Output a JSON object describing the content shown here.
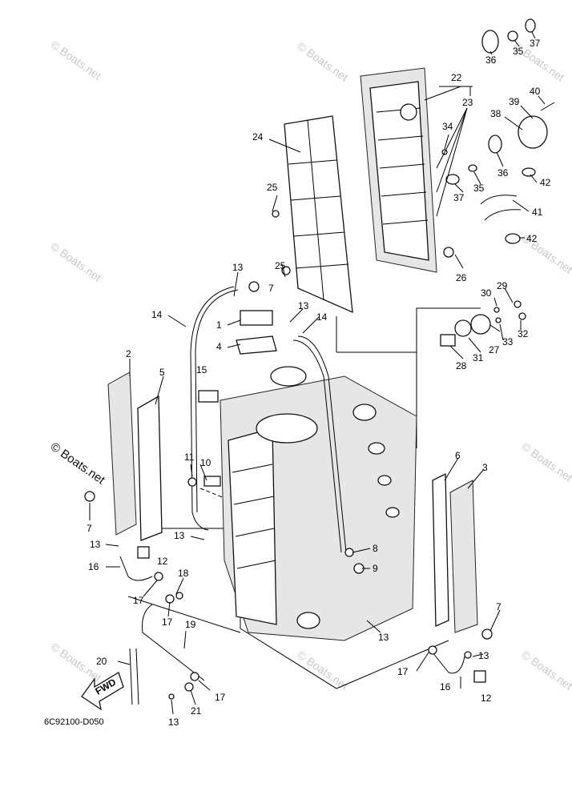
{
  "diagram_code": "6C92100-D050",
  "fwd_label": "FWD",
  "watermark": "© Boats.net",
  "callouts": [
    {
      "id": "c1",
      "text": "1"
    },
    {
      "id": "c2",
      "text": "2"
    },
    {
      "id": "c3",
      "text": "3"
    },
    {
      "id": "c4",
      "text": "4"
    },
    {
      "id": "c5",
      "text": "5"
    },
    {
      "id": "c6",
      "text": "6"
    },
    {
      "id": "c7a",
      "text": "7"
    },
    {
      "id": "c7b",
      "text": "7"
    },
    {
      "id": "c7c",
      "text": "7"
    },
    {
      "id": "c8",
      "text": "8"
    },
    {
      "id": "c9",
      "text": "9"
    },
    {
      "id": "c10",
      "text": "10"
    },
    {
      "id": "c11",
      "text": "11"
    },
    {
      "id": "c12a",
      "text": "12"
    },
    {
      "id": "c12b",
      "text": "12"
    },
    {
      "id": "c13a",
      "text": "13"
    },
    {
      "id": "c13b",
      "text": "13"
    },
    {
      "id": "c13c",
      "text": "13"
    },
    {
      "id": "c13d",
      "text": "13"
    },
    {
      "id": "c13e",
      "text": "13"
    },
    {
      "id": "c13f",
      "text": "13"
    },
    {
      "id": "c13g",
      "text": "13"
    },
    {
      "id": "c14a",
      "text": "14"
    },
    {
      "id": "c14b",
      "text": "14"
    },
    {
      "id": "c15",
      "text": "15"
    },
    {
      "id": "c16a",
      "text": "16"
    },
    {
      "id": "c16b",
      "text": "16"
    },
    {
      "id": "c17a",
      "text": "17"
    },
    {
      "id": "c17b",
      "text": "17"
    },
    {
      "id": "c17c",
      "text": "17"
    },
    {
      "id": "c17d",
      "text": "17"
    },
    {
      "id": "c18",
      "text": "18"
    },
    {
      "id": "c19",
      "text": "19"
    },
    {
      "id": "c20",
      "text": "20"
    },
    {
      "id": "c21",
      "text": "21"
    },
    {
      "id": "c22",
      "text": "22"
    },
    {
      "id": "c23",
      "text": "23"
    },
    {
      "id": "c24",
      "text": "24"
    },
    {
      "id": "c25a",
      "text": "25"
    },
    {
      "id": "c25b",
      "text": "25"
    },
    {
      "id": "c26",
      "text": "26"
    },
    {
      "id": "c27",
      "text": "27"
    },
    {
      "id": "c28",
      "text": "28"
    },
    {
      "id": "c29",
      "text": "29"
    },
    {
      "id": "c30",
      "text": "30"
    },
    {
      "id": "c31",
      "text": "31"
    },
    {
      "id": "c32",
      "text": "32"
    },
    {
      "id": "c33",
      "text": "33"
    },
    {
      "id": "c34",
      "text": "34"
    },
    {
      "id": "c35a",
      "text": "35"
    },
    {
      "id": "c35b",
      "text": "35"
    },
    {
      "id": "c36a",
      "text": "36"
    },
    {
      "id": "c36b",
      "text": "36"
    },
    {
      "id": "c37a",
      "text": "37"
    },
    {
      "id": "c37b",
      "text": "37"
    },
    {
      "id": "c38",
      "text": "38"
    },
    {
      "id": "c39",
      "text": "39"
    },
    {
      "id": "c40",
      "text": "40"
    },
    {
      "id": "c41",
      "text": "41"
    },
    {
      "id": "c42a",
      "text": "42"
    },
    {
      "id": "c42b",
      "text": "42"
    }
  ]
}
